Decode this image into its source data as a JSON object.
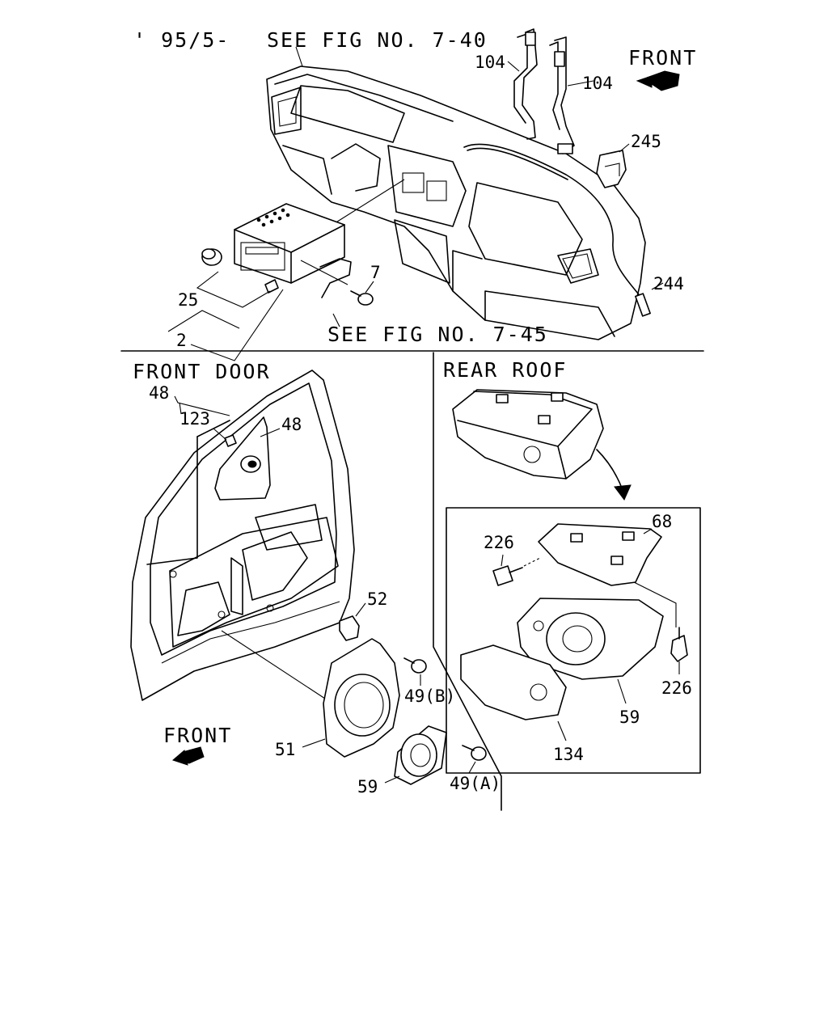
{
  "header": {
    "date_code": "' 95/5-",
    "ref_top": "SEE FIG NO. 7-40",
    "ref_bottom": "SEE FIG NO. 7-45",
    "front_top": "FRONT"
  },
  "sections": {
    "front_door": "FRONT DOOR",
    "rear_roof": "REAR ROOF",
    "front_bottom": "FRONT"
  },
  "callouts": {
    "c104a": "104",
    "c104b": "104",
    "c245": "245",
    "c244": "244",
    "c7": "7",
    "c25": "25",
    "c2": "2",
    "c48a": "48",
    "c123": "123",
    "c48b": "48",
    "c52": "52",
    "c49b": "49(B)",
    "c51": "51",
    "c59a": "59",
    "c49a": "49(A)",
    "c226a": "226",
    "c68": "68",
    "c226b": "226",
    "c59b": "59",
    "c134": "134"
  }
}
